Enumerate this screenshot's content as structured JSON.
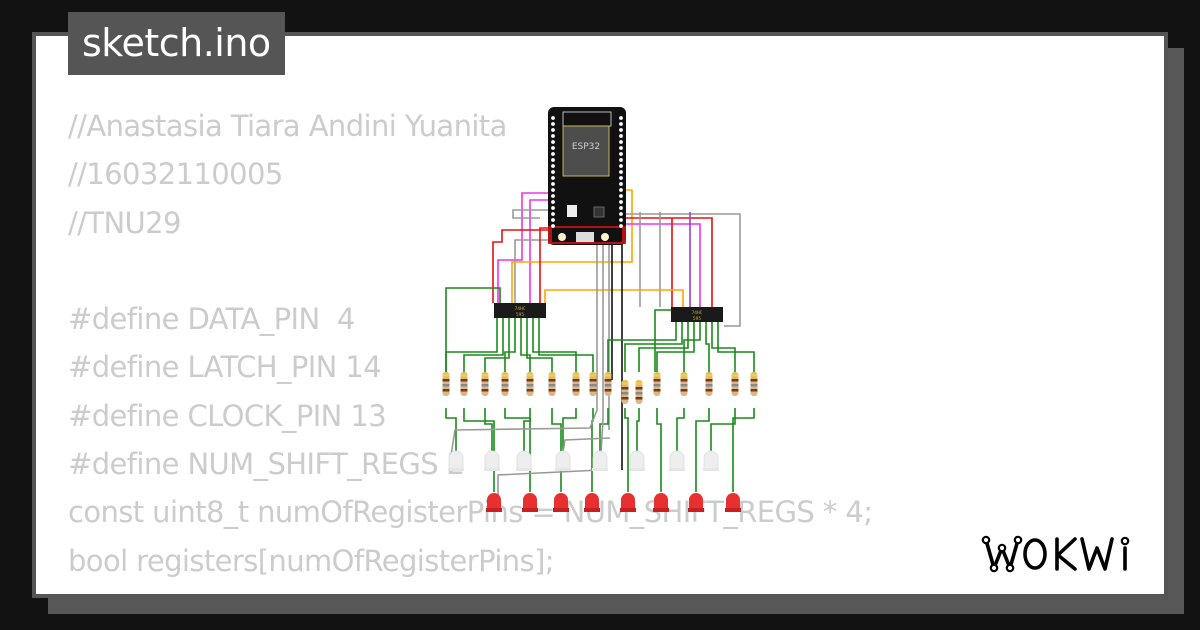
{
  "file_tab": {
    "label": "sketch.ino"
  },
  "code": {
    "lines": [
      "//Anastasia Tiara Andini Yuanita",
      "//16032110005",
      "//TNU29",
      "",
      "#define DATA_PIN  4",
      "#define LATCH_PIN 14",
      "#define CLOCK_PIN 13",
      "#define NUM_SHIFT_REGS 2",
      "const uint8_t numOfRegisterPins = NUM_SHIFT_REGS * 4;",
      "bool registers[numOfRegisterPins];"
    ]
  },
  "circuit": {
    "mcu_label": "ESP32",
    "shift_register_label_line1": "74HC",
    "shift_register_label_line2": "595",
    "shift_register_count": 2,
    "resistor_count": 16,
    "white_led_count": 8,
    "red_led_count": 8,
    "colors": {
      "wire_green": "#1a8a1a",
      "wire_red": "#e81010",
      "wire_magenta": "#ee33ee",
      "wire_orange": "#ffa500",
      "wire_gray": "#999999",
      "wire_black": "#111111",
      "wire_purple": "#a040c0",
      "led_red": "#e83030",
      "led_white": "#eeeeee",
      "board": "#111111"
    }
  },
  "brand": {
    "logo": "WOKWi"
  },
  "theme": {
    "background": "#121212",
    "card_border": "#555555",
    "code_text": "#cccccc"
  }
}
